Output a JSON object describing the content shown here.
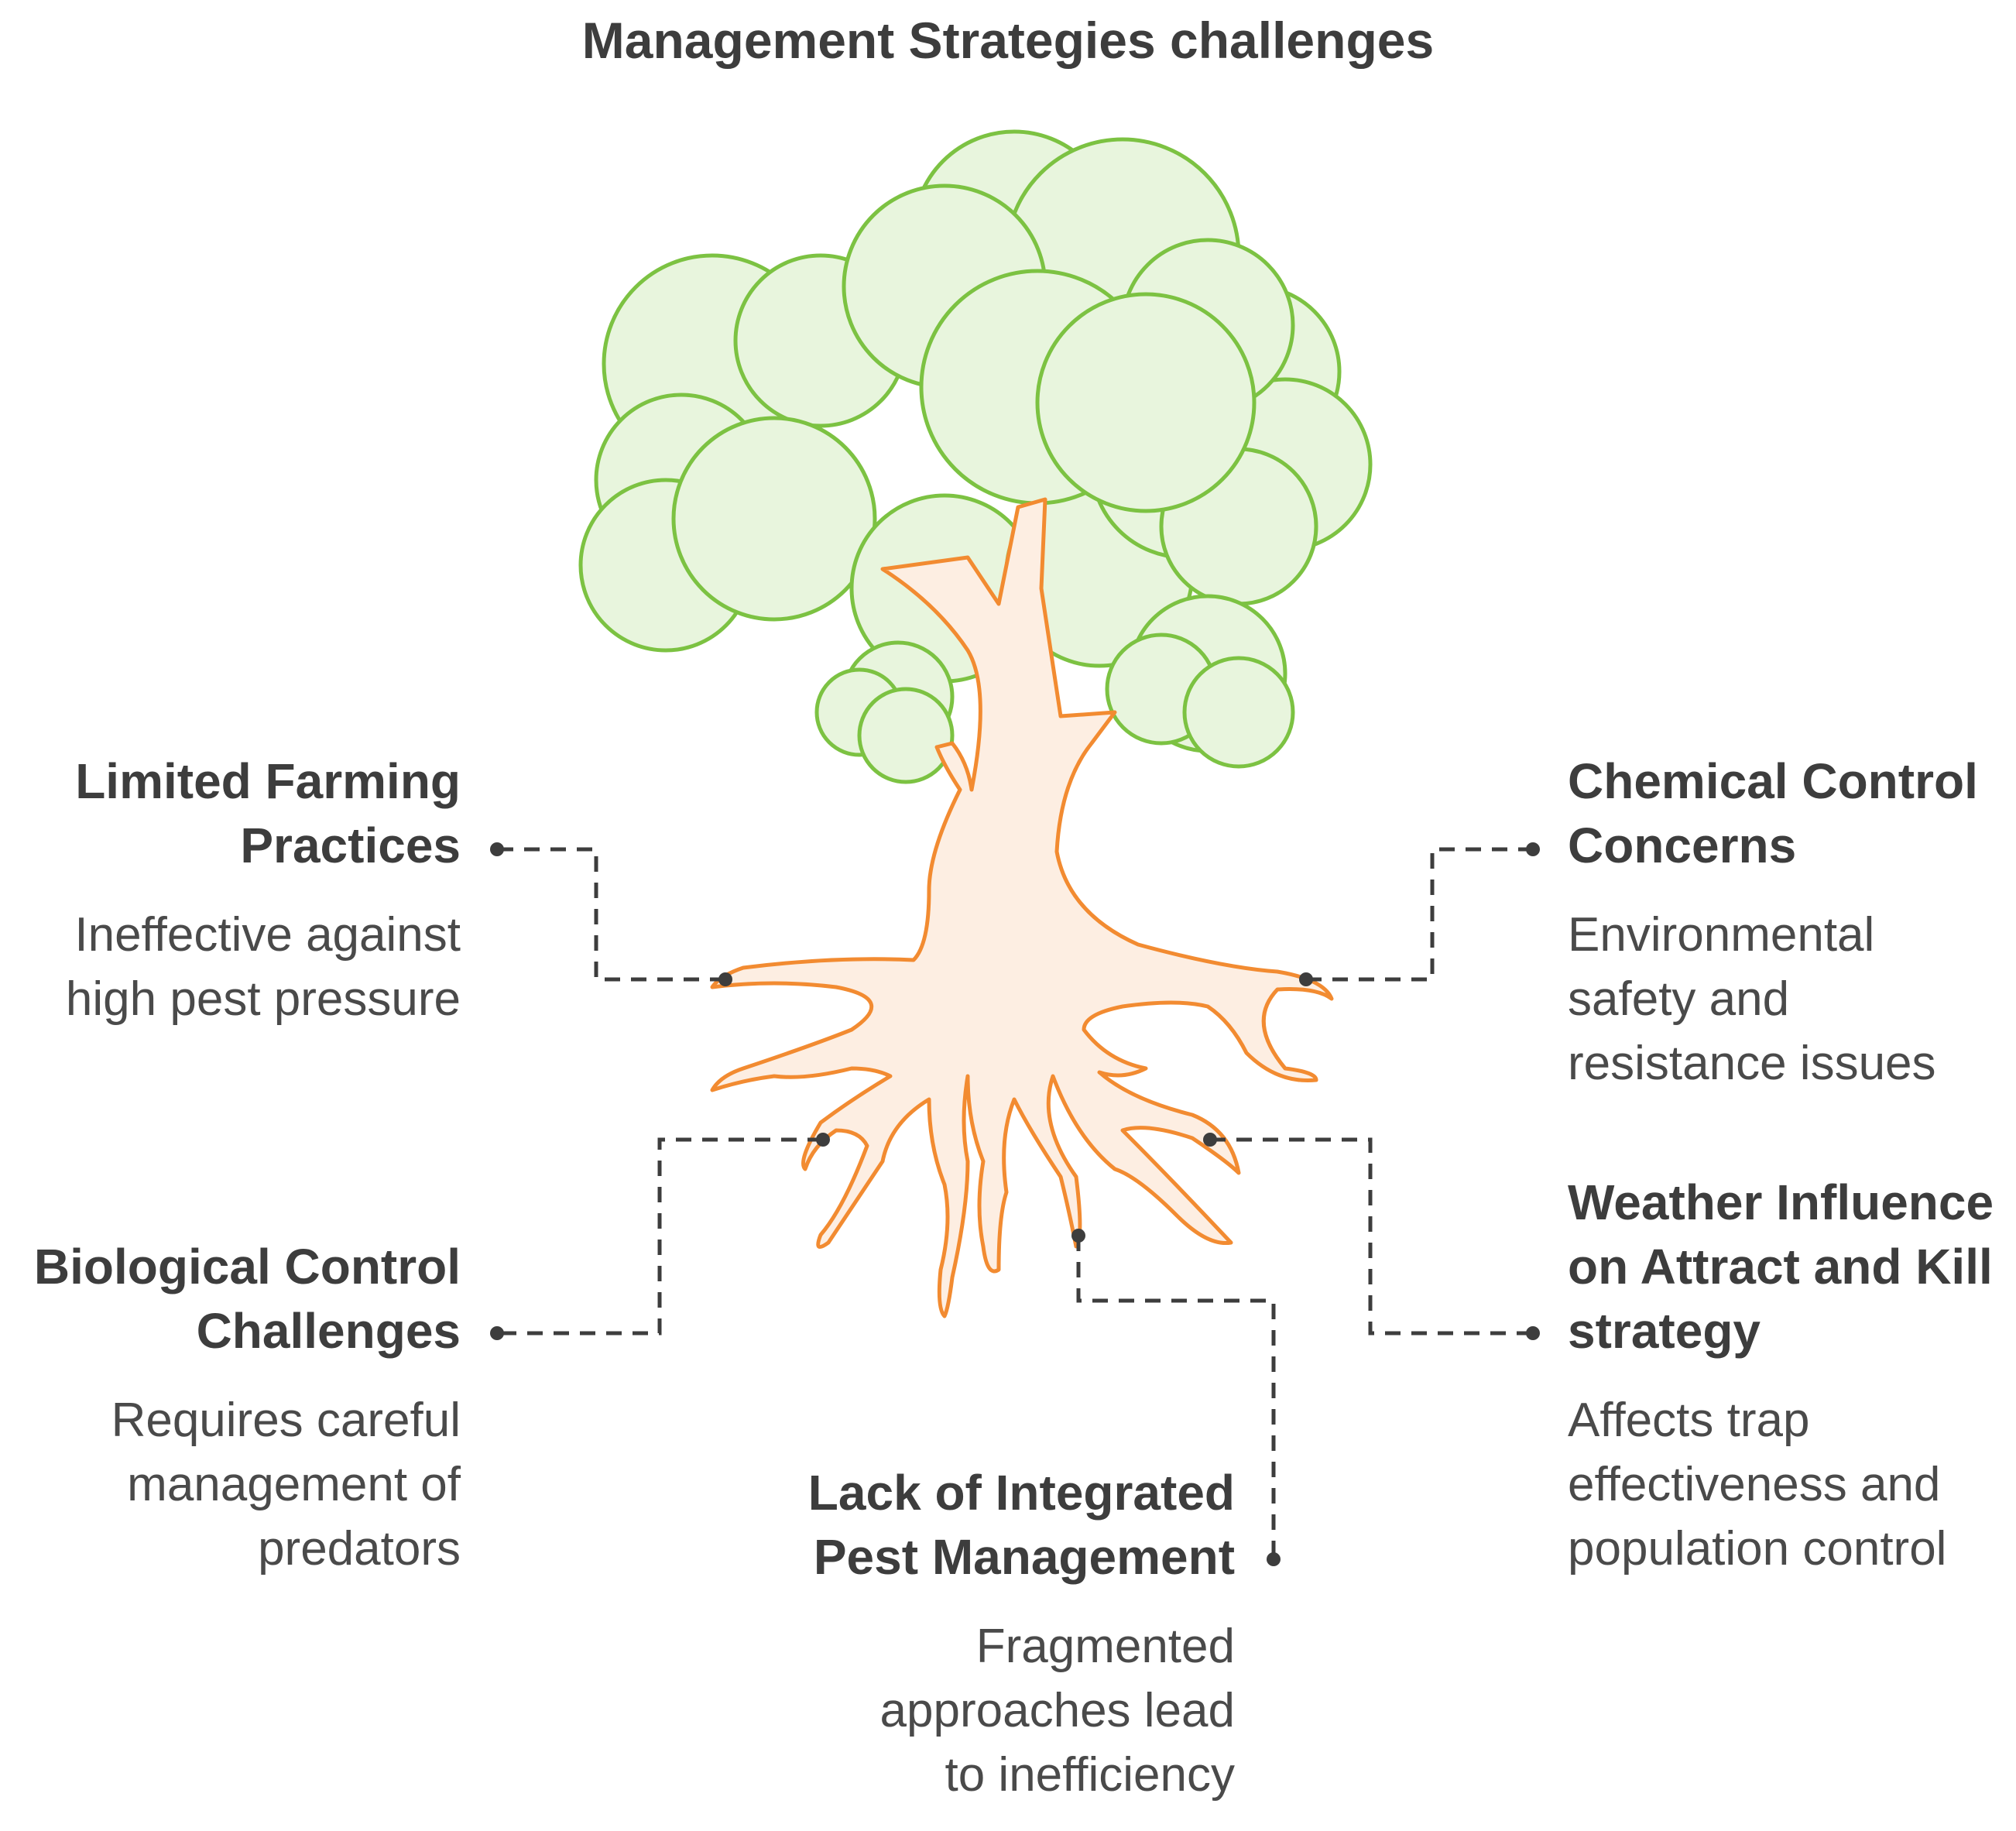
{
  "title": "Management Strategies challenges",
  "colors": {
    "foliage_fill": "#e8f5dd",
    "foliage_stroke": "#7cc242",
    "trunk_fill": "#fdeee2",
    "trunk_stroke": "#f28b31",
    "connector": "#3d3d3d"
  },
  "items": [
    {
      "heading": "Limited Farming\nPractices",
      "description": "Ineffective against\nhigh pest pressure"
    },
    {
      "heading": "Chemical Control\nConcerns",
      "description": "Environmental\nsafety and\nresistance issues"
    },
    {
      "heading": "Biological Control\nChallenges",
      "description": "Requires careful\nmanagement of\npredators"
    },
    {
      "heading": "Weather Influence\non Attract and Kill\nstrategy",
      "description": "Affects trap\neffectiveness and\npopulation control"
    },
    {
      "heading": "Lack of Integrated\nPest Management",
      "description": "Fragmented\napproaches lead\nto inefficiency"
    }
  ]
}
